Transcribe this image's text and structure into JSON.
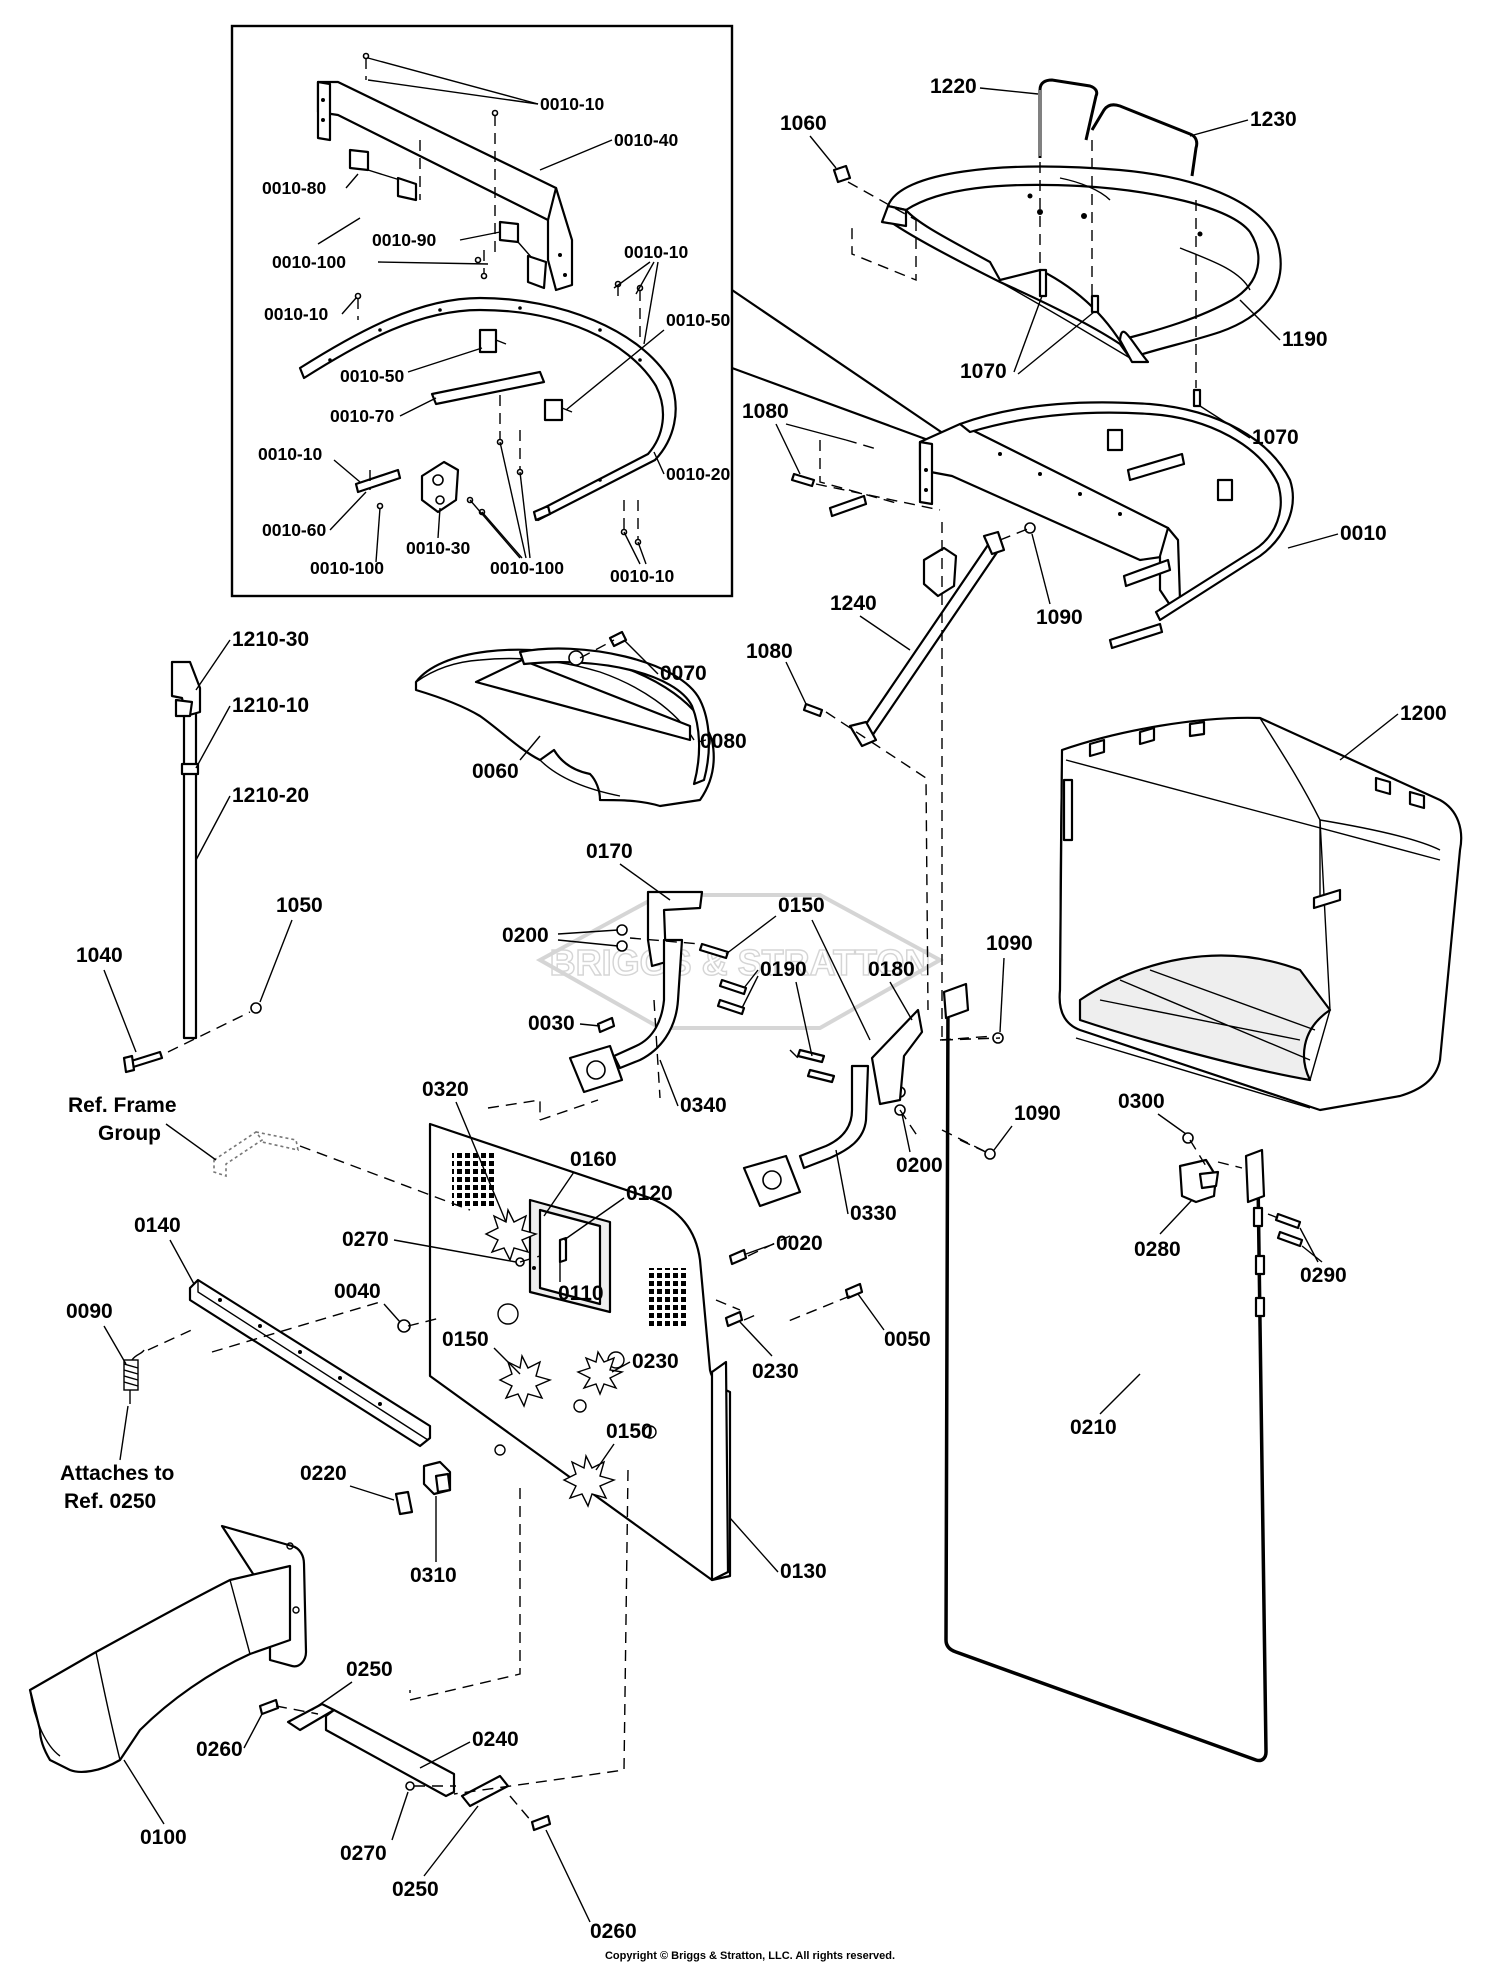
{
  "watermark": "BRIGGS & STRATTON",
  "copyright": "Copyright © Briggs & Stratton, LLC. All rights reserved.",
  "inset_labels": [
    "0010-10",
    "0010-40",
    "0010-80",
    "0010-90",
    "0010-100",
    "0010-10",
    "0010-10",
    "0010-50",
    "0010-50",
    "0010-70",
    "0010-10",
    "0010-20",
    "0010-60",
    "0010-100",
    "0010-30",
    "0010-100",
    "0010-10"
  ],
  "labels": [
    "1220",
    "1230",
    "1060",
    "1190",
    "1070",
    "1070",
    "1080",
    "0010",
    "1090",
    "1240",
    "1080",
    "1210-30",
    "1210-10",
    "1210-20",
    "1050",
    "1040",
    "0070",
    "0080",
    "0060",
    "1200",
    "0170",
    "0150",
    "0200",
    "0190",
    "0180",
    "0030",
    "0340",
    "0330",
    "0200",
    "1090",
    "1090",
    "0320",
    "0160",
    "0120",
    "0270",
    "0110",
    "0040",
    "0020",
    "0050",
    "0230",
    "0150",
    "0230",
    "0150",
    "0140",
    "0090",
    "0300",
    "0280",
    "0290",
    "0210",
    "0220",
    "0310",
    "0130",
    "0250",
    "0260",
    "0240",
    "0270",
    "0250",
    "0260",
    "0100"
  ],
  "notes": [
    [
      "Ref. Frame",
      "Group"
    ],
    [
      "Attaches to",
      "Ref. 0250"
    ]
  ]
}
